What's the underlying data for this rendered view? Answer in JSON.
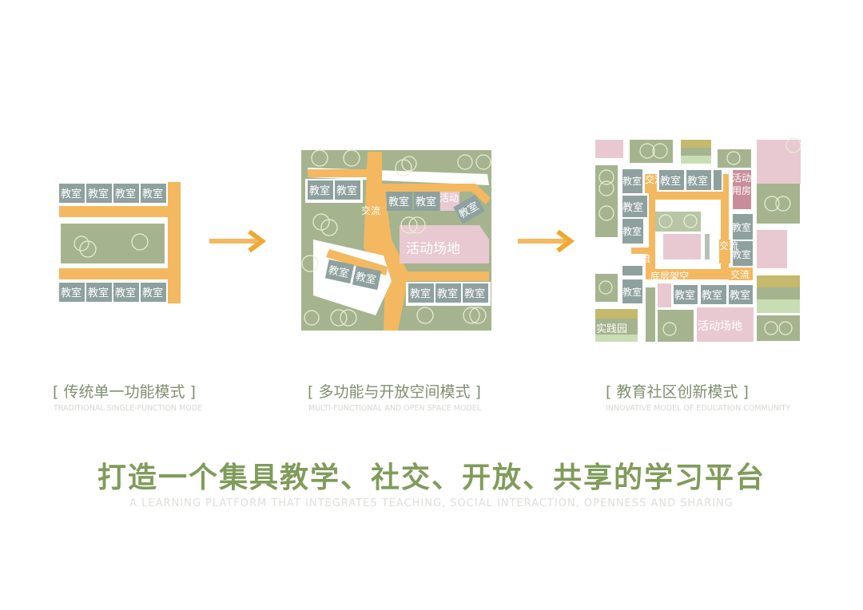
{
  "labels": {
    "classroom": "教室",
    "exchange": "交流",
    "activity_room": "活动用房",
    "activity_field": "活动场地",
    "elevated_ground": "底层架空",
    "practice_garden": "实践园",
    "activity_short": "活动"
  },
  "models": [
    {
      "title": "[ 传统单一功能模式 ]",
      "subtitle": "TRADITIONAL SINGLE-FUNCTION MODE"
    },
    {
      "title": "[ 多功能与开放空间模式 ]",
      "subtitle": "MULTI-FUNCTIONAL AND OPEN SPACE MODEL"
    },
    {
      "title": "[ 教育社区创新模式 ]",
      "subtitle": "INNOVATIVE MODEL OF EDUCATION COMMUNITY"
    }
  ],
  "headline": "打造一个集具教学、社交、开放、共享的学习平台",
  "headline_en": "A LEARNING PLATFORM THAT INTEGRATES TEACHING, SOCIAL INTERACTION, OPENNESS AND SHARING",
  "colors": {
    "green": "#a5b48f",
    "classroom": "#8ea19e",
    "orange": "#f4b860",
    "pink": "#e8c9d1",
    "title": "#7f9c5a"
  }
}
